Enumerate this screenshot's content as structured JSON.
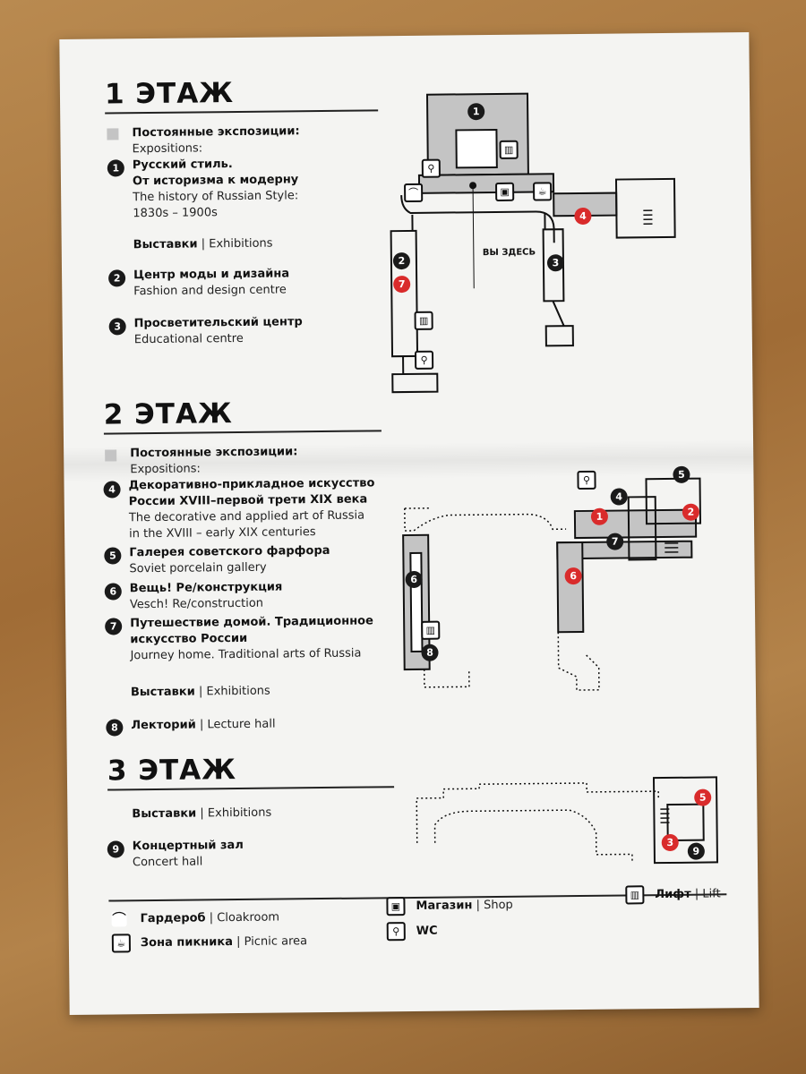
{
  "floor1": {
    "title": "1 ЭТАЖ",
    "permanent_ru": "Постоянные экспозиции:",
    "permanent_en": "Expositions:",
    "items": [
      {
        "num": "1",
        "ru": [
          "Русский стиль.",
          "От историзма к модерну"
        ],
        "en": [
          "The history of Russian Style:",
          "1830s – 1900s"
        ]
      }
    ],
    "exhibitions_ru": "Выставки",
    "exhibitions_en": "Exhibitions",
    "exhibit_items": [
      {
        "num": "2",
        "ru": "Центр моды и дизайна",
        "en": "Fashion and design centre"
      },
      {
        "num": "3",
        "ru": "Просветительский центр",
        "en": "Educational centre"
      }
    ],
    "you_are_here": "ВЫ ЗДЕСЬ"
  },
  "floor2": {
    "title": "2 ЭТАЖ",
    "permanent_ru": "Постоянные экспозиции:",
    "permanent_en": "Expositions:",
    "items": [
      {
        "num": "4",
        "ru": [
          "Декоративно-прикладное искусство",
          "России XVIII–первой трети XIX века"
        ],
        "en": [
          "The decorative and applied art of Russia",
          "in the XVIII – early XIX centuries"
        ]
      },
      {
        "num": "5",
        "ru": [
          "Галерея советского фарфора"
        ],
        "en": [
          "Soviet porcelain gallery"
        ]
      },
      {
        "num": "6",
        "ru": [
          "Вещь! Ре/конструкция"
        ],
        "en": [
          "Vesch! Re/construction"
        ]
      },
      {
        "num": "7",
        "ru": [
          "Путешествие домой. Традиционное",
          "искусство России"
        ],
        "en": [
          "Journey home. Traditional arts of Russia"
        ]
      }
    ],
    "exhibitions_ru": "Выставки",
    "exhibitions_en": "Exhibitions",
    "lecture": {
      "num": "8",
      "ru": "Лекторий",
      "en": "Lecture hall"
    }
  },
  "floor3": {
    "title": "3 ЭТАЖ",
    "exhibitions_ru": "Выставки",
    "exhibitions_en": "Exhibitions",
    "concert": {
      "num": "9",
      "ru": "Концертный зал",
      "en": "Concert hall"
    }
  },
  "legend": {
    "separator": "|",
    "cloakroom_ru": "Гардероб",
    "cloakroom_en": "Cloakroom",
    "picnic_ru": "Зона пикника",
    "picnic_en": "Picnic area",
    "shop_ru": "Магазин",
    "shop_en": "Shop",
    "wc": "WC",
    "lift_ru": "Лифт",
    "lift_en": "Lift"
  },
  "colors": {
    "paper": "#f4f4f2",
    "exposition_gray": "#c4c4c4",
    "marker_black": "#1a1a1a",
    "marker_red": "#d92b2b",
    "table_wood": "#a7773f"
  },
  "icons": [
    "hanger-icon",
    "cup-icon",
    "shop-icon",
    "wc-icon",
    "lift-icon"
  ]
}
